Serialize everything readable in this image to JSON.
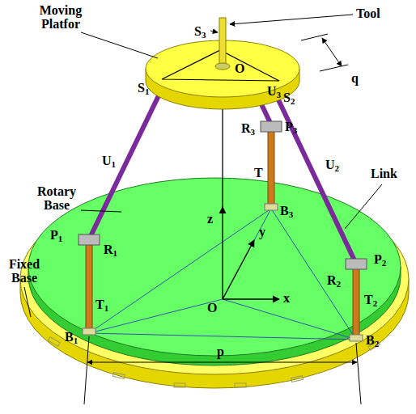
{
  "diagram": {
    "labels": [
      "Moving Platfor",
      "S3",
      "Tool",
      "q",
      "O",
      "S1",
      "S2",
      "U3",
      "R3",
      "P3",
      "U1",
      "U2",
      "T",
      "Link",
      "Rotary Base",
      "B3",
      "z",
      "y",
      "P1",
      "R1",
      "Fixed Base",
      "O",
      "x",
      "R2",
      "P2",
      "T2",
      "T1",
      "B1",
      "B2",
      "p"
    ]
  }
}
